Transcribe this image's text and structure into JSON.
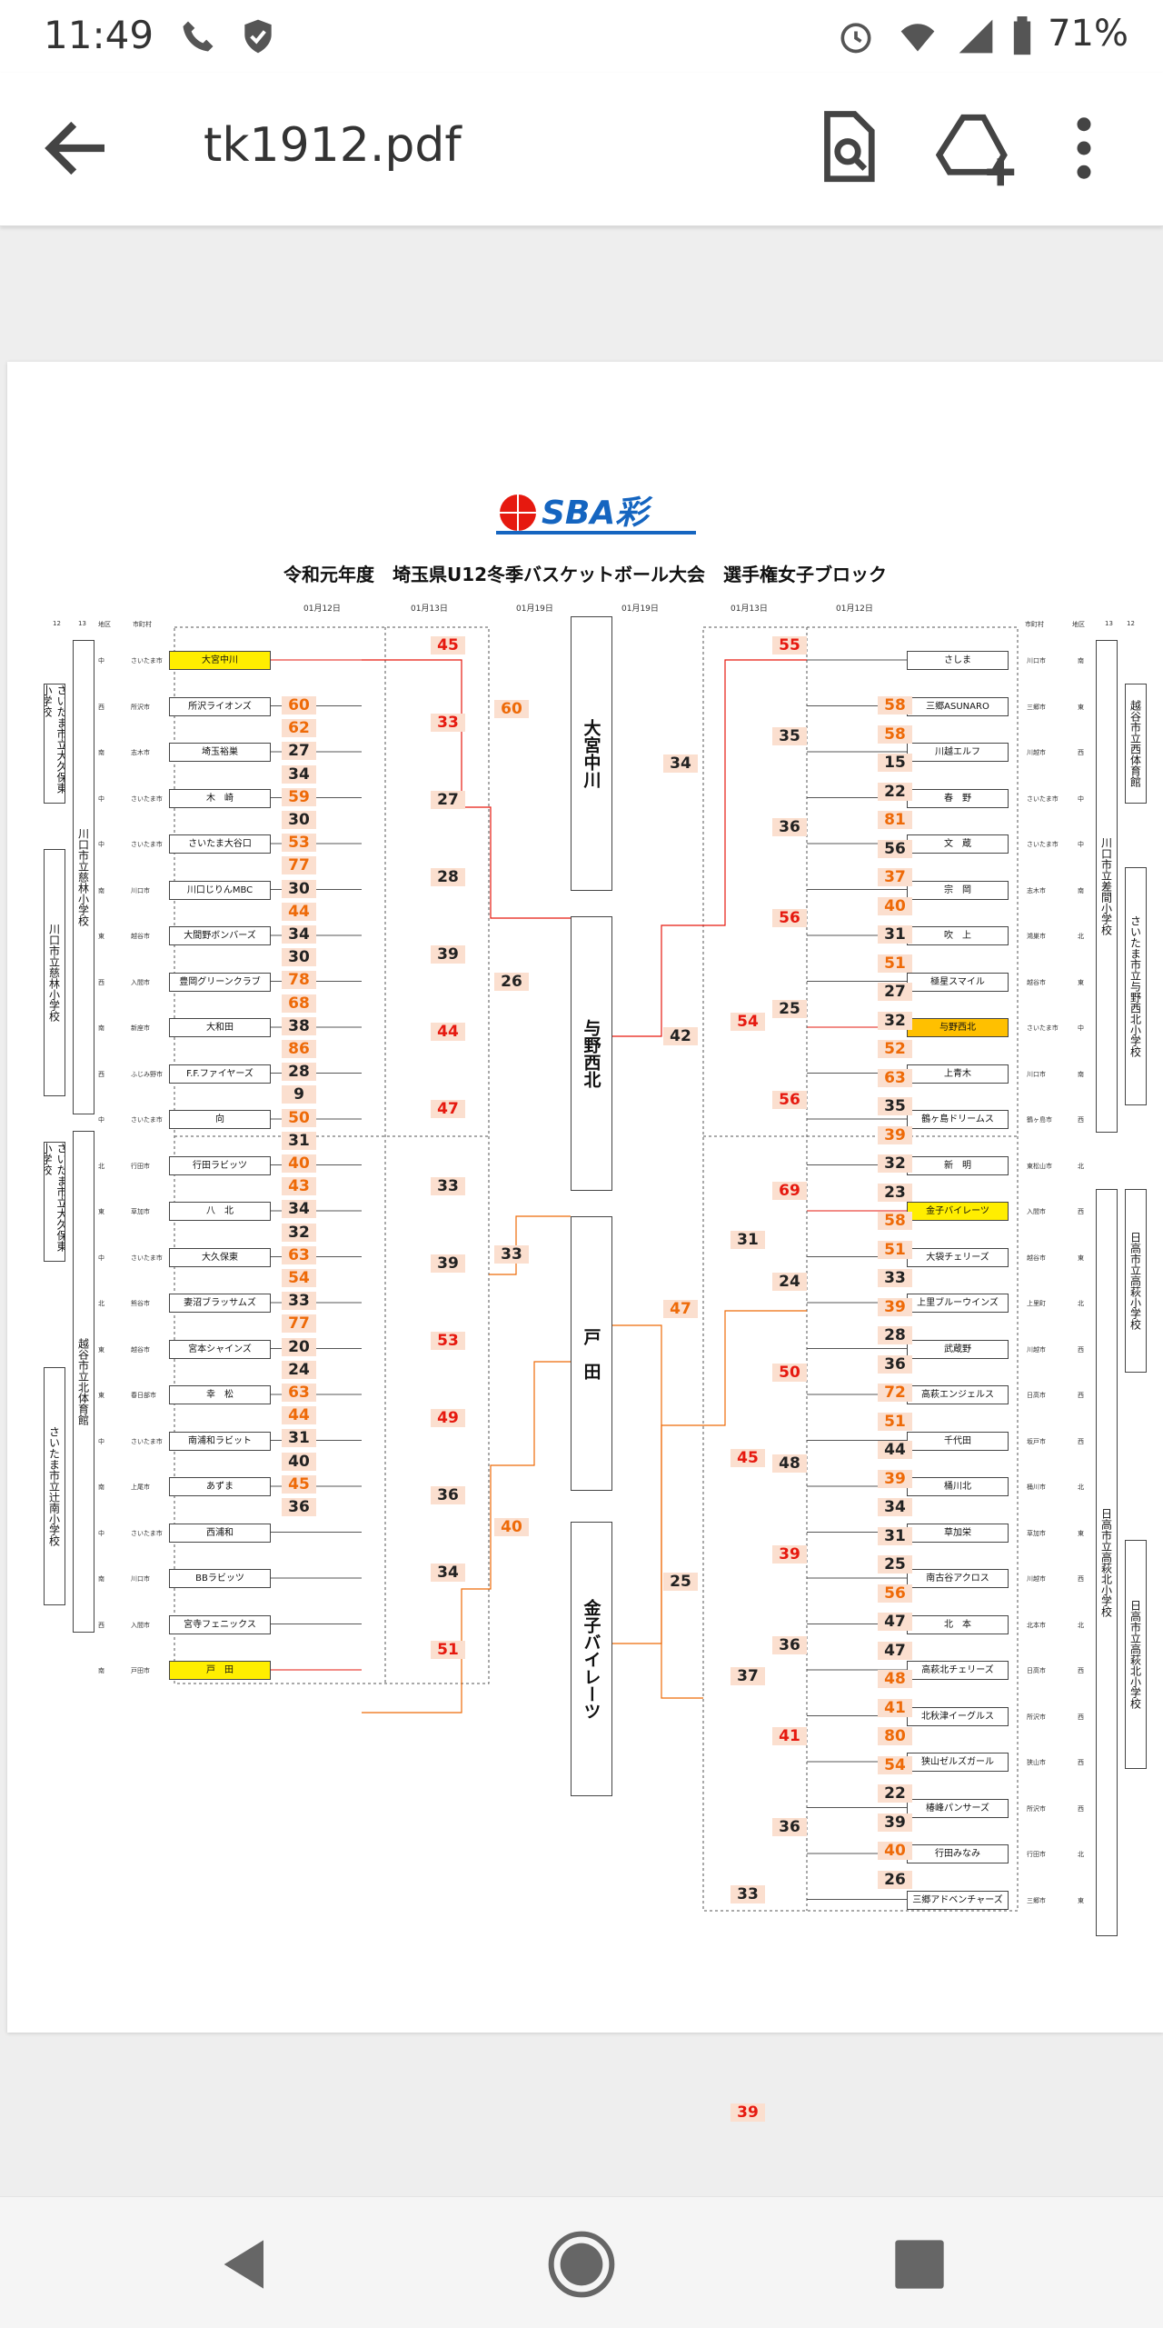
{
  "status_bar": {
    "time": "11:49",
    "battery": "71%"
  },
  "app_bar": {
    "title": "tk1912.pdf"
  },
  "document": {
    "logo_text": "SBA彩",
    "title": "令和元年度　埼玉県U12冬季バスケットボール大会　選手権女子ブロック",
    "col_headers": {
      "h12": "12",
      "h13": "13",
      "area": "地区",
      "city": "市町村"
    },
    "dates": [
      "01月12日",
      "01月13日",
      "01月19日",
      "01月19日",
      "01月13日",
      "01月12日"
    ],
    "left_teams": [
      {
        "name": "大宮中川",
        "city": "さいたま市",
        "area": "中",
        "hl": "yellow"
      },
      {
        "name": "所沢ライオンズ",
        "city": "所沢市",
        "area": "西",
        "hl": ""
      },
      {
        "name": "埼玉裕巣",
        "city": "志木市",
        "area": "南",
        "hl": ""
      },
      {
        "name": "木　崎",
        "city": "さいたま市",
        "area": "中",
        "hl": ""
      },
      {
        "name": "さいたま大谷口",
        "city": "さいたま市",
        "area": "中",
        "hl": ""
      },
      {
        "name": "川口じりんMBC",
        "city": "川口市",
        "area": "南",
        "hl": ""
      },
      {
        "name": "大間野ボンバーズ",
        "city": "越谷市",
        "area": "東",
        "hl": ""
      },
      {
        "name": "豊岡グリーンクラブ",
        "city": "入間市",
        "area": "西",
        "hl": ""
      },
      {
        "name": "大和田",
        "city": "新座市",
        "area": "南",
        "hl": ""
      },
      {
        "name": "F.F.ファイヤーズ",
        "city": "ふじみ野市",
        "area": "西",
        "hl": ""
      },
      {
        "name": "向",
        "city": "さいたま市",
        "area": "中",
        "hl": ""
      },
      {
        "name": "行田ラビッツ",
        "city": "行田市",
        "area": "北",
        "hl": ""
      },
      {
        "name": "八　北",
        "city": "草加市",
        "area": "東",
        "hl": ""
      },
      {
        "name": "大久保東",
        "city": "さいたま市",
        "area": "中",
        "hl": ""
      },
      {
        "name": "妻沼ブラッサムズ",
        "city": "熊谷市",
        "area": "北",
        "hl": ""
      },
      {
        "name": "宮本シャインズ",
        "city": "越谷市",
        "area": "東",
        "hl": ""
      },
      {
        "name": "幸　松",
        "city": "春日部市",
        "area": "東",
        "hl": ""
      },
      {
        "name": "南浦和ラビット",
        "city": "さいたま市",
        "area": "中",
        "hl": ""
      },
      {
        "name": "あずま",
        "city": "上尾市",
        "area": "南",
        "hl": ""
      },
      {
        "name": "西浦和",
        "city": "さいたま市",
        "area": "中",
        "hl": ""
      },
      {
        "name": "BBラビッツ",
        "city": "川口市",
        "area": "南",
        "hl": ""
      },
      {
        "name": "宮寺フェニックス",
        "city": "入間市",
        "area": "西",
        "hl": ""
      },
      {
        "name": "戸　田",
        "city": "戸田市",
        "area": "南",
        "hl": "yellow"
      }
    ],
    "right_teams": [
      {
        "name": "さしま",
        "city": "川口市",
        "area": "南",
        "hl": ""
      },
      {
        "name": "三郷ASUNARO",
        "city": "三郷市",
        "area": "東",
        "hl": ""
      },
      {
        "name": "川越エルフ",
        "city": "川越市",
        "area": "西",
        "hl": ""
      },
      {
        "name": "春　野",
        "city": "さいたま市",
        "area": "中",
        "hl": ""
      },
      {
        "name": "文　蔵",
        "city": "さいたま市",
        "area": "中",
        "hl": ""
      },
      {
        "name": "宗　岡",
        "city": "志木市",
        "area": "南",
        "hl": ""
      },
      {
        "name": "吹　上",
        "city": "鴻巣市",
        "area": "北",
        "hl": ""
      },
      {
        "name": "極星スマイル",
        "city": "越谷市",
        "area": "東",
        "hl": ""
      },
      {
        "name": "与野西北",
        "city": "さいたま市",
        "area": "中",
        "hl": "gold"
      },
      {
        "name": "上青木",
        "city": "川口市",
        "area": "南",
        "hl": ""
      },
      {
        "name": "鶴ヶ島ドリームス",
        "city": "鶴ヶ島市",
        "area": "西",
        "hl": ""
      },
      {
        "name": "新　明",
        "city": "東松山市",
        "area": "北",
        "hl": ""
      },
      {
        "name": "金子バイレーツ",
        "city": "入間市",
        "area": "西",
        "hl": "yellow"
      },
      {
        "name": "大袋チェリーズ",
        "city": "越谷市",
        "area": "東",
        "hl": ""
      },
      {
        "name": "上里ブルーウインズ",
        "city": "上里町",
        "area": "北",
        "hl": ""
      },
      {
        "name": "武蔵野",
        "city": "川越市",
        "area": "西",
        "hl": ""
      },
      {
        "name": "高萩エンジェルス",
        "city": "日高市",
        "area": "西",
        "hl": ""
      },
      {
        "name": "千代田",
        "city": "坂戸市",
        "area": "西",
        "hl": ""
      },
      {
        "name": "桶川北",
        "city": "桶川市",
        "area": "北",
        "hl": ""
      },
      {
        "name": "草加栄",
        "city": "草加市",
        "area": "東",
        "hl": ""
      },
      {
        "name": "南古谷アクロス",
        "city": "川越市",
        "area": "西",
        "hl": ""
      },
      {
        "name": "北　本",
        "city": "北本市",
        "area": "北",
        "hl": ""
      },
      {
        "name": "高萩北チェリーズ",
        "city": "日高市",
        "area": "西",
        "hl": ""
      },
      {
        "name": "北秋津イーグルス",
        "city": "所沢市",
        "area": "西",
        "hl": ""
      },
      {
        "name": "狭山ゼルズガール",
        "city": "狭山市",
        "area": "西",
        "hl": ""
      },
      {
        "name": "椿峰パンサーズ",
        "city": "所沢市",
        "area": "西",
        "hl": ""
      },
      {
        "name": "行田みなみ",
        "city": "行田市",
        "area": "北",
        "hl": ""
      },
      {
        "name": "三郷アドベンチャーズ",
        "city": "三郷市",
        "area": "東",
        "hl": ""
      }
    ],
    "left_r1_scores": [
      {
        "v": "60",
        "c": "orange"
      },
      {
        "v": "62",
        "c": "orange"
      },
      {
        "v": "27",
        "c": ""
      },
      {
        "v": "34",
        "c": ""
      },
      {
        "v": "59",
        "c": "orange"
      },
      {
        "v": "30",
        "c": ""
      },
      {
        "v": "53",
        "c": "orange"
      },
      {
        "v": "77",
        "c": "orange"
      },
      {
        "v": "30",
        "c": ""
      },
      {
        "v": "44",
        "c": "orange"
      },
      {
        "v": "34",
        "c": ""
      },
      {
        "v": "30",
        "c": ""
      },
      {
        "v": "78",
        "c": "orange"
      },
      {
        "v": "68",
        "c": "orange"
      },
      {
        "v": "38",
        "c": ""
      },
      {
        "v": "86",
        "c": "orange"
      },
      {
        "v": "28",
        "c": ""
      },
      {
        "v": "9",
        "c": ""
      },
      {
        "v": "50",
        "c": "orange"
      },
      {
        "v": "31",
        "c": ""
      },
      {
        "v": "40",
        "c": "orange"
      },
      {
        "v": "43",
        "c": "orange"
      },
      {
        "v": "34",
        "c": ""
      },
      {
        "v": "32",
        "c": ""
      },
      {
        "v": "63",
        "c": "orange"
      },
      {
        "v": "54",
        "c": "orange"
      },
      {
        "v": "33",
        "c": ""
      },
      {
        "v": "77",
        "c": "orange"
      },
      {
        "v": "20",
        "c": ""
      },
      {
        "v": "24",
        "c": ""
      },
      {
        "v": "63",
        "c": "orange"
      },
      {
        "v": "44",
        "c": "orange"
      },
      {
        "v": "31",
        "c": ""
      },
      {
        "v": "40",
        "c": ""
      },
      {
        "v": "45",
        "c": "orange"
      },
      {
        "v": "36",
        "c": ""
      }
    ],
    "left_r2_scores": [
      {
        "v": "45",
        "c": "red"
      },
      {
        "v": "33",
        "c": "red"
      },
      {
        "v": "27",
        "c": ""
      },
      {
        "v": "28",
        "c": ""
      },
      {
        "v": "39",
        "c": ""
      },
      {
        "v": "44",
        "c": "red"
      },
      {
        "v": "47",
        "c": "red"
      },
      {
        "v": "33",
        "c": ""
      },
      {
        "v": "39",
        "c": ""
      },
      {
        "v": "53",
        "c": "red"
      },
      {
        "v": "49",
        "c": "red"
      },
      {
        "v": "36",
        "c": ""
      },
      {
        "v": "34",
        "c": ""
      },
      {
        "v": "51",
        "c": "red"
      }
    ],
    "left_r3_scores": [
      {
        "v": "60",
        "c": "orange"
      },
      {
        "v": "26",
        "c": ""
      },
      {
        "v": "33",
        "c": ""
      },
      {
        "v": "40",
        "c": "orange"
      }
    ],
    "right_r1_scores": [
      {
        "v": "58",
        "c": "orange"
      },
      {
        "v": "58",
        "c": "orange"
      },
      {
        "v": "15",
        "c": ""
      },
      {
        "v": "22",
        "c": ""
      },
      {
        "v": "81",
        "c": "orange"
      },
      {
        "v": "56",
        "c": ""
      },
      {
        "v": "37",
        "c": "orange"
      },
      {
        "v": "40",
        "c": "orange"
      },
      {
        "v": "31",
        "c": ""
      },
      {
        "v": "51",
        "c": "orange"
      },
      {
        "v": "27",
        "c": ""
      },
      {
        "v": "32",
        "c": ""
      },
      {
        "v": "52",
        "c": "orange"
      },
      {
        "v": "63",
        "c": "orange"
      },
      {
        "v": "35",
        "c": ""
      },
      {
        "v": "39",
        "c": "orange"
      },
      {
        "v": "32",
        "c": ""
      },
      {
        "v": "23",
        "c": ""
      },
      {
        "v": "58",
        "c": "orange"
      },
      {
        "v": "51",
        "c": "orange"
      },
      {
        "v": "33",
        "c": ""
      },
      {
        "v": "39",
        "c": "orange"
      },
      {
        "v": "28",
        "c": ""
      },
      {
        "v": "36",
        "c": ""
      },
      {
        "v": "72",
        "c": "orange"
      },
      {
        "v": "51",
        "c": "orange"
      },
      {
        "v": "44",
        "c": ""
      },
      {
        "v": "39",
        "c": "orange"
      },
      {
        "v": "34",
        "c": ""
      },
      {
        "v": "31",
        "c": ""
      },
      {
        "v": "25",
        "c": ""
      },
      {
        "v": "56",
        "c": "orange"
      },
      {
        "v": "47",
        "c": ""
      },
      {
        "v": "47",
        "c": ""
      },
      {
        "v": "48",
        "c": "orange"
      },
      {
        "v": "41",
        "c": "orange"
      },
      {
        "v": "80",
        "c": "orange"
      },
      {
        "v": "54",
        "c": "orange"
      },
      {
        "v": "22",
        "c": ""
      },
      {
        "v": "39",
        "c": ""
      },
      {
        "v": "40",
        "c": "orange"
      },
      {
        "v": "26",
        "c": ""
      }
    ],
    "right_r2_scores": [
      {
        "v": "55",
        "c": "red"
      },
      {
        "v": "35",
        "c": ""
      },
      {
        "v": "36",
        "c": ""
      },
      {
        "v": "56",
        "c": "red"
      },
      {
        "v": "25",
        "c": ""
      },
      {
        "v": "56",
        "c": "red"
      },
      {
        "v": "69",
        "c": "red"
      },
      {
        "v": "24",
        "c": ""
      },
      {
        "v": "50",
        "c": "red"
      },
      {
        "v": "48",
        "c": ""
      },
      {
        "v": "39",
        "c": "red"
      },
      {
        "v": "36",
        "c": ""
      },
      {
        "v": "41",
        "c": "red"
      },
      {
        "v": "36",
        "c": ""
      }
    ],
    "right_r3_scores": [
      {
        "v": "54",
        "c": "red"
      },
      {
        "v": "31",
        "c": ""
      },
      {
        "v": "45",
        "c": "red"
      },
      {
        "v": "37",
        "c": ""
      },
      {
        "v": "33",
        "c": ""
      },
      {
        "v": "39",
        "c": "red"
      }
    ],
    "right_r4_scores": [
      {
        "v": "34",
        "c": ""
      },
      {
        "v": "42",
        "c": ""
      },
      {
        "v": "47",
        "c": "orange"
      },
      {
        "v": "25",
        "c": ""
      }
    ],
    "finalists": [
      "大宮中川",
      "与野西北",
      "戸　田",
      "金子バイレーツ"
    ],
    "venues_left": [
      {
        "label": "さいたま市立大久保東小学校",
        "kind": "r12"
      },
      {
        "label": "川口市立慈林小学校",
        "kind": "r12"
      },
      {
        "label": "川口市立慈林小学校",
        "kind": "r13"
      },
      {
        "label": "さいたま市立大久保東小学校",
        "kind": "r12"
      },
      {
        "label": "さいたま市立辻南小学校",
        "kind": "r12"
      },
      {
        "label": "越谷市立北体育館",
        "kind": "r13"
      }
    ],
    "venues_right": [
      {
        "label": "越谷市立西体育館",
        "kind": "r12"
      },
      {
        "label": "さいたま市立与野西北小学校",
        "kind": "r12"
      },
      {
        "label": "川口市立差間小学校",
        "kind": "r13"
      },
      {
        "label": "日高市立高萩小学校",
        "kind": "r12"
      },
      {
        "label": "日高市立高萩北小学校",
        "kind": "r12"
      },
      {
        "label": "日高市立高萩北小学校",
        "kind": "r13"
      }
    ]
  }
}
